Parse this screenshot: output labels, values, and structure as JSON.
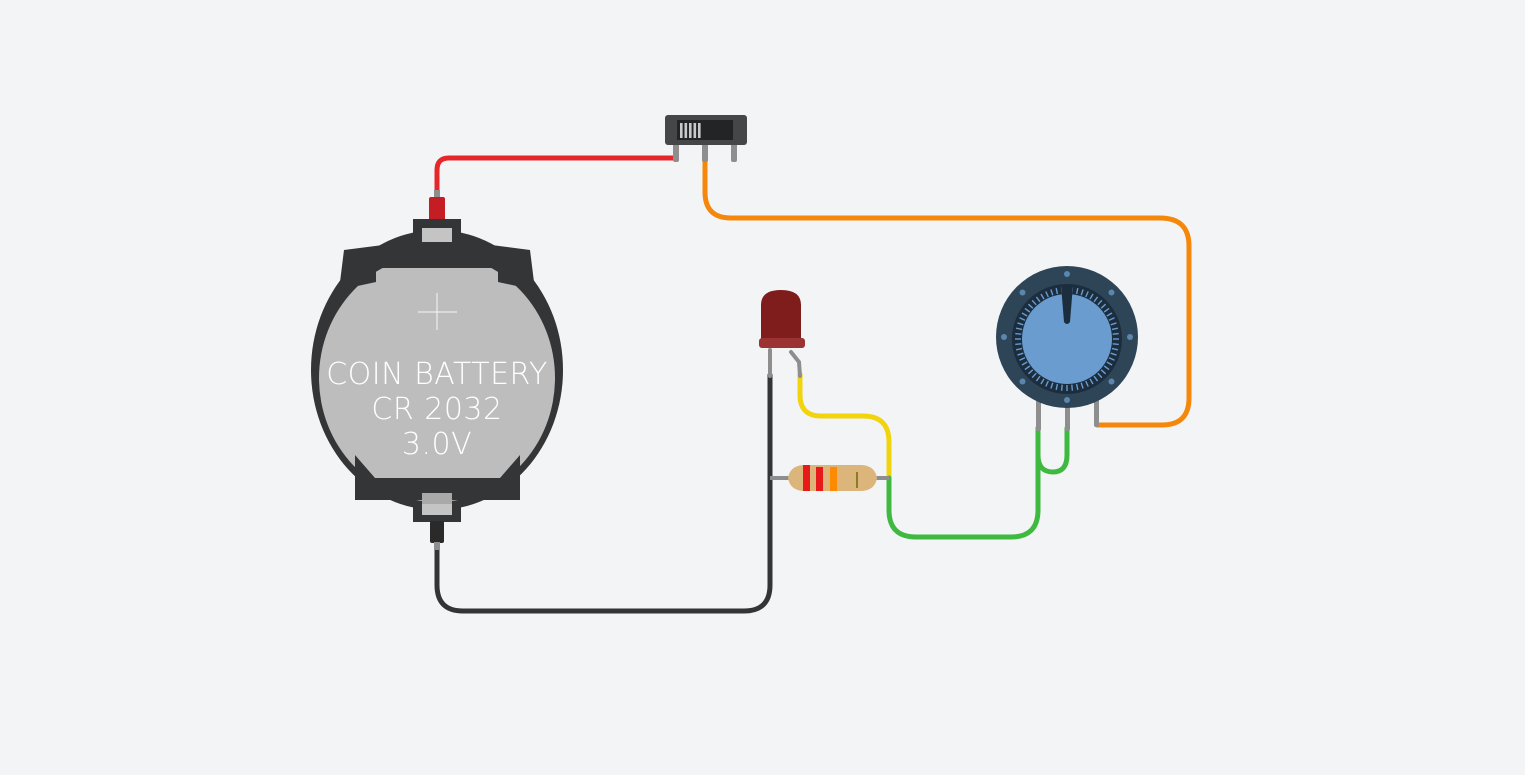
{
  "canvas": {
    "background": "#f3f4f6",
    "components": {
      "battery": {
        "type": "coin-battery",
        "polarity_symbol": "+",
        "label_line1": "COIN BATTERY",
        "label_line2": "CR 2032",
        "label_line3": "3.0V",
        "colors": {
          "holder": "#333536",
          "cell": "#bdbdbd",
          "positive_lead": "#c41e24",
          "negative_lead": "#2a2a2a"
        }
      },
      "slide_switch": {
        "type": "slide-switch",
        "position": "left",
        "colors": {
          "body": "#444648",
          "slot": "#232425",
          "knob": "#c9c9c9"
        }
      },
      "led": {
        "type": "led",
        "color_name": "red",
        "colors": {
          "dome": "#7f1d1d",
          "rim": "#9b3333"
        }
      },
      "resistor": {
        "type": "resistor",
        "bands": [
          "#e8191a",
          "#e8191a",
          "#ff8a00",
          "#8a7a2a"
        ],
        "colors": {
          "body": "#dcb57a"
        }
      },
      "potentiometer": {
        "type": "potentiometer",
        "knob_position": 0.5,
        "colors": {
          "outer": "#2e4457",
          "ring": "#1c2e3e",
          "knob": "#6a9cd0"
        }
      }
    },
    "wires": [
      {
        "name": "battery-positive-to-switch",
        "color": "#e5262a"
      },
      {
        "name": "switch-to-potentiometer",
        "color": "#f5870a"
      },
      {
        "name": "battery-negative-to-led",
        "color": "#323436"
      },
      {
        "name": "led-to-resistor",
        "color": "#f2d40e"
      },
      {
        "name": "resistor-to-potentiometer",
        "color": "#3dba3f"
      },
      {
        "name": "potentiometer-jumper",
        "color": "#3dba3f"
      }
    ]
  }
}
